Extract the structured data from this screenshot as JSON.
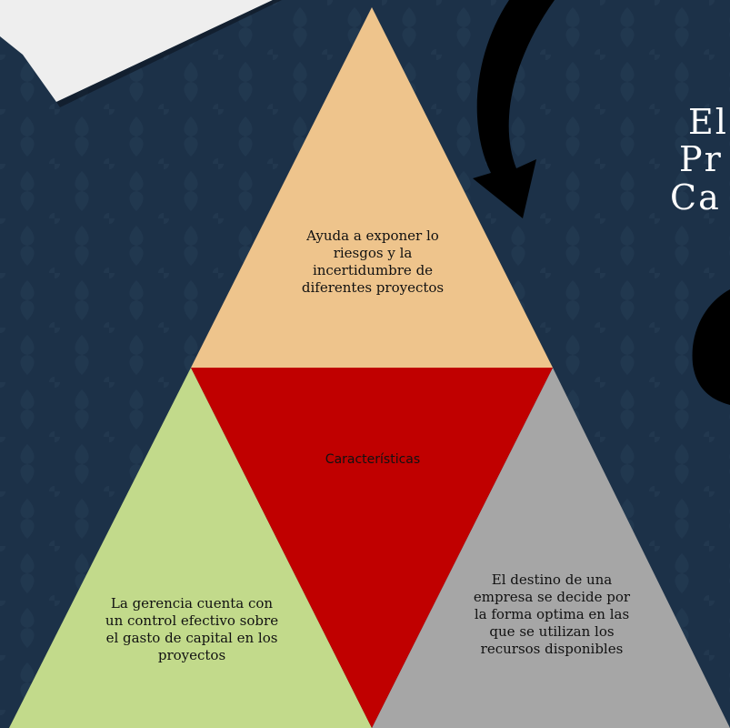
{
  "colors": {
    "background": "#1c3148",
    "top_triangle": "#eec48c",
    "left_triangle": "#c2da8b",
    "right_triangle": "#a6a6a6",
    "center_triangle": "#c00000"
  },
  "title_fragments": [
    "El",
    "Pr",
    "Ca"
  ],
  "diagram": {
    "top_text": "Ayuda a exponer lo riesgos y la incertidumbre de diferentes proyectos",
    "center_text": "Características",
    "left_text": "La gerencia cuenta con un control efectivo sobre el gasto de capital en los proyectos",
    "right_text": "El destino de una empresa se decide por la forma optima en las que se utilizan los recursos disponibles"
  },
  "icons": [
    "curved-arrow-icon"
  ]
}
